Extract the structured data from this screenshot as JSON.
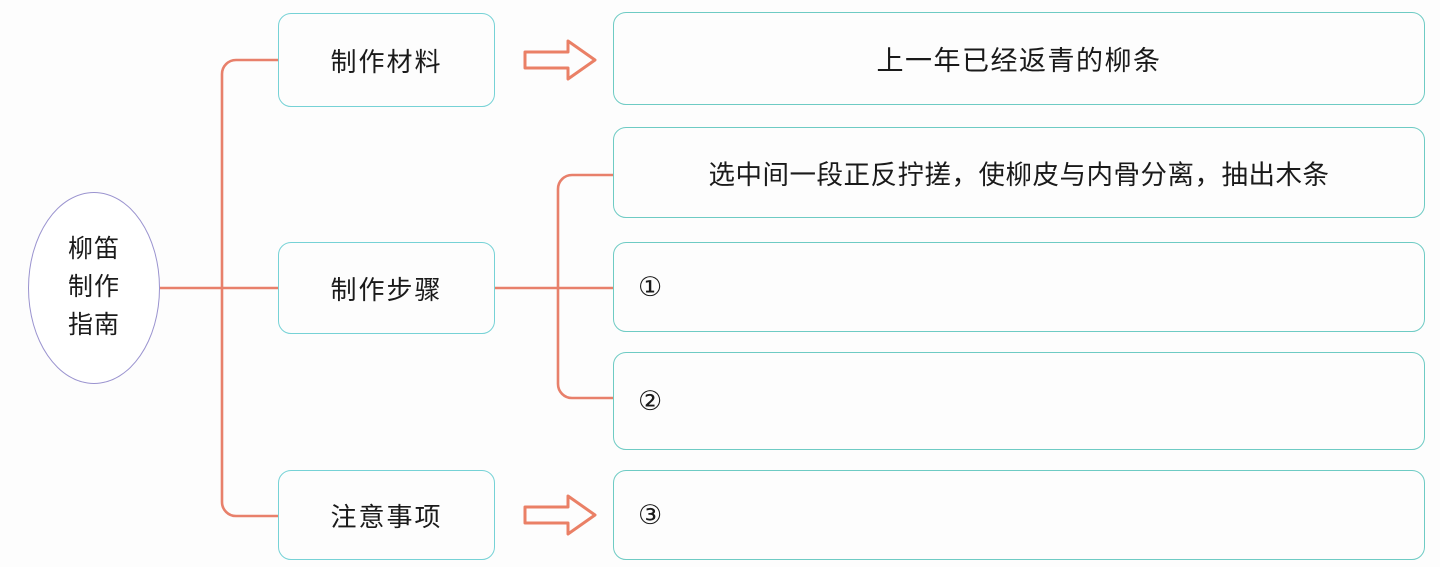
{
  "diagram": {
    "title": "柳笛制作指南",
    "colors": {
      "root_border": "#9a93cf",
      "branch_border": "#76d2d6",
      "leaf_border": "#6ecbc4",
      "connector": "#e8806b",
      "arrow": "#ea8066",
      "text": "#1a1a1a",
      "background": "#fdfdfd"
    },
    "root": {
      "lines": [
        "柳笛",
        "制作",
        "指南"
      ]
    },
    "branches": [
      {
        "label": "制作材料",
        "has_arrow": true
      },
      {
        "label": "制作步骤",
        "has_arrow": false
      },
      {
        "label": "注意事项",
        "has_arrow": true
      }
    ],
    "leaves": [
      {
        "text": "上一年已经返青的柳条",
        "align": "center"
      },
      {
        "text": "选中间一段正反拧搓，使柳皮与内骨分离，抽出木条",
        "align": "fit"
      },
      {
        "text": "①",
        "align": "left"
      },
      {
        "text": "②",
        "align": "left"
      },
      {
        "text": "③",
        "align": "left"
      }
    ]
  }
}
